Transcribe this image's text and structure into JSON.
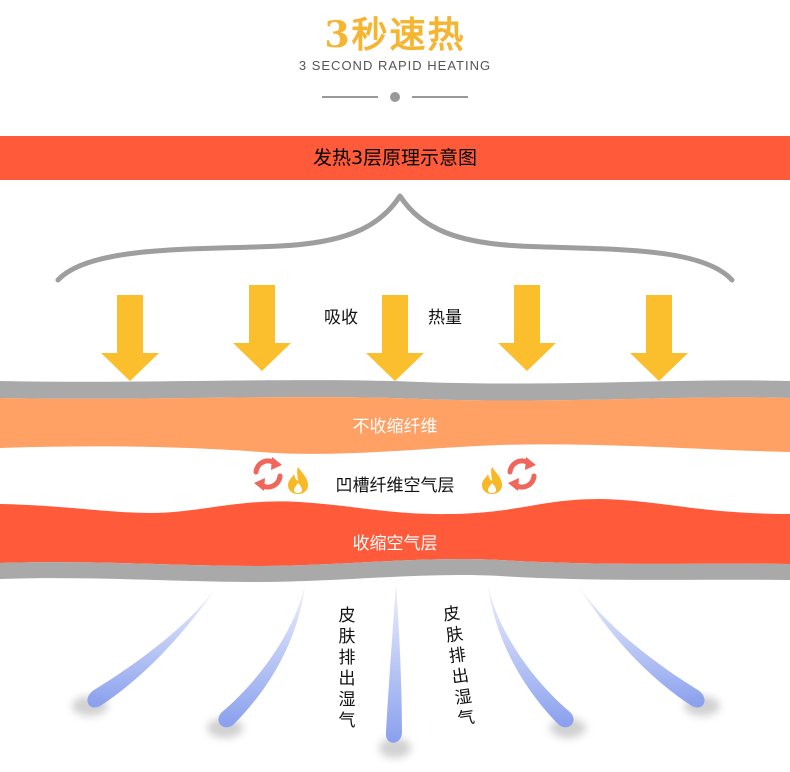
{
  "header": {
    "title": "3秒速热",
    "subtitle": "3 SECOND RAPID HEATING"
  },
  "banner": {
    "text": "发热3层原理示意图"
  },
  "diagram": {
    "absorb_label_1": "吸收",
    "absorb_label_2": "热量",
    "layer_top": "不收缩纤维",
    "layer_middle": "凹槽纤维空气层",
    "layer_bottom": "收缩空气层",
    "moisture_label_1": "皮肤排出湿气",
    "moisture_label_2": "皮肤排出湿气"
  },
  "colors": {
    "accent_yellow": "#f6b531",
    "banner_red": "#ff5b3b",
    "layer_orange": "#ffa064",
    "layer_red": "#ff5b3b",
    "band_gray": "#a9a9a9",
    "moisture_blue": "#8aa0ee"
  },
  "icons": [
    "cycle-arrows-icon",
    "flame-icon"
  ]
}
